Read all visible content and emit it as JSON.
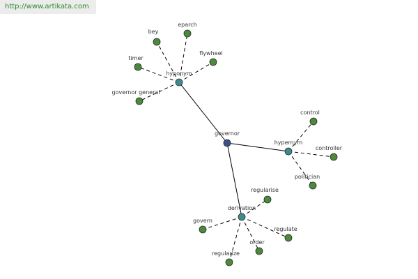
{
  "watermark": "http://www.artikata.com",
  "colors": {
    "root": "#3b4f8c",
    "relation": "#3c8c8c",
    "leaf": "#4a8a3a"
  },
  "graph": {
    "root": {
      "id": "governor",
      "label": "governor"
    },
    "relations": [
      {
        "id": "hyponym",
        "label": "hyponym"
      },
      {
        "id": "hypernym",
        "label": "hypernym"
      },
      {
        "id": "derivation",
        "label": "derivation"
      }
    ],
    "leaves": [
      {
        "id": "bey",
        "label": "bey",
        "parent": "hyponym"
      },
      {
        "id": "eparch",
        "label": "eparch",
        "parent": "hyponym"
      },
      {
        "id": "timer",
        "label": "timer",
        "parent": "hyponym"
      },
      {
        "id": "flywheel",
        "label": "flywheel",
        "parent": "hyponym"
      },
      {
        "id": "governor-general",
        "label": "governor general",
        "parent": "hyponym"
      },
      {
        "id": "control",
        "label": "control",
        "parent": "hypernym"
      },
      {
        "id": "controller",
        "label": "controller",
        "parent": "hypernym"
      },
      {
        "id": "politician",
        "label": "politician",
        "parent": "hypernym"
      },
      {
        "id": "regularise",
        "label": "regularise",
        "parent": "derivation"
      },
      {
        "id": "govern",
        "label": "govern",
        "parent": "derivation"
      },
      {
        "id": "regulate",
        "label": "regulate",
        "parent": "derivation"
      },
      {
        "id": "order",
        "label": "order",
        "parent": "derivation"
      },
      {
        "id": "regularize",
        "label": "regularize",
        "parent": "derivation"
      }
    ]
  }
}
